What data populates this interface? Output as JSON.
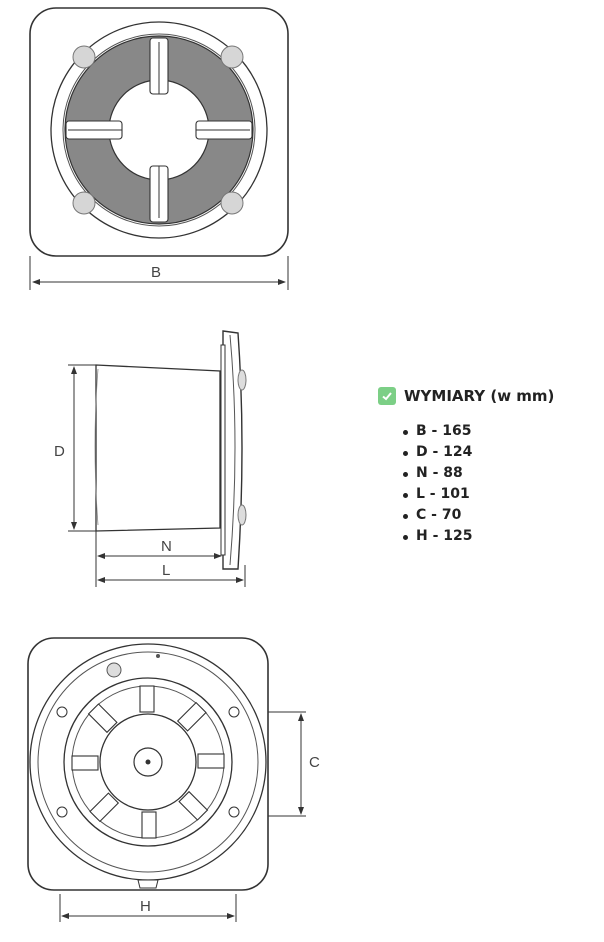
{
  "labels": {
    "front_width": "B",
    "side_depth": "D",
    "side_n": "N",
    "side_l": "L",
    "back_c": "C",
    "back_h": "H"
  },
  "specs": {
    "title": "WYMIARY (w mm)",
    "icon": "check-icon",
    "items": [
      "B - 165",
      "D - 124",
      "N - 88",
      "L - 101",
      "C - 70",
      "H - 125"
    ]
  },
  "colors": {
    "ring_fill": "#888888",
    "check_bg": "#7ccf86",
    "screw_fill": "#d6d6d6"
  }
}
